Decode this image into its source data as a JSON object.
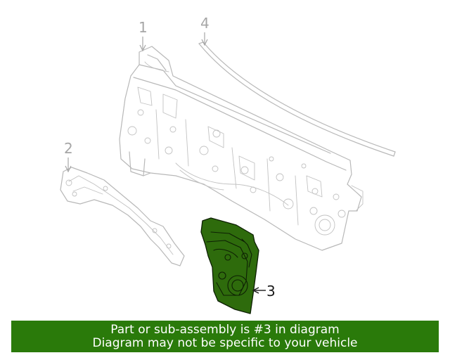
{
  "diagram": {
    "callouts": {
      "c1": "1",
      "c2": "2",
      "c3": "3",
      "c4": "4"
    },
    "highlight_color": "#2e6b0c"
  },
  "banner": {
    "line1": "Part or sub-assembly is #3 in diagram",
    "line2": "Diagram may not be specific to your vehicle",
    "background": "#2a7a0a"
  }
}
